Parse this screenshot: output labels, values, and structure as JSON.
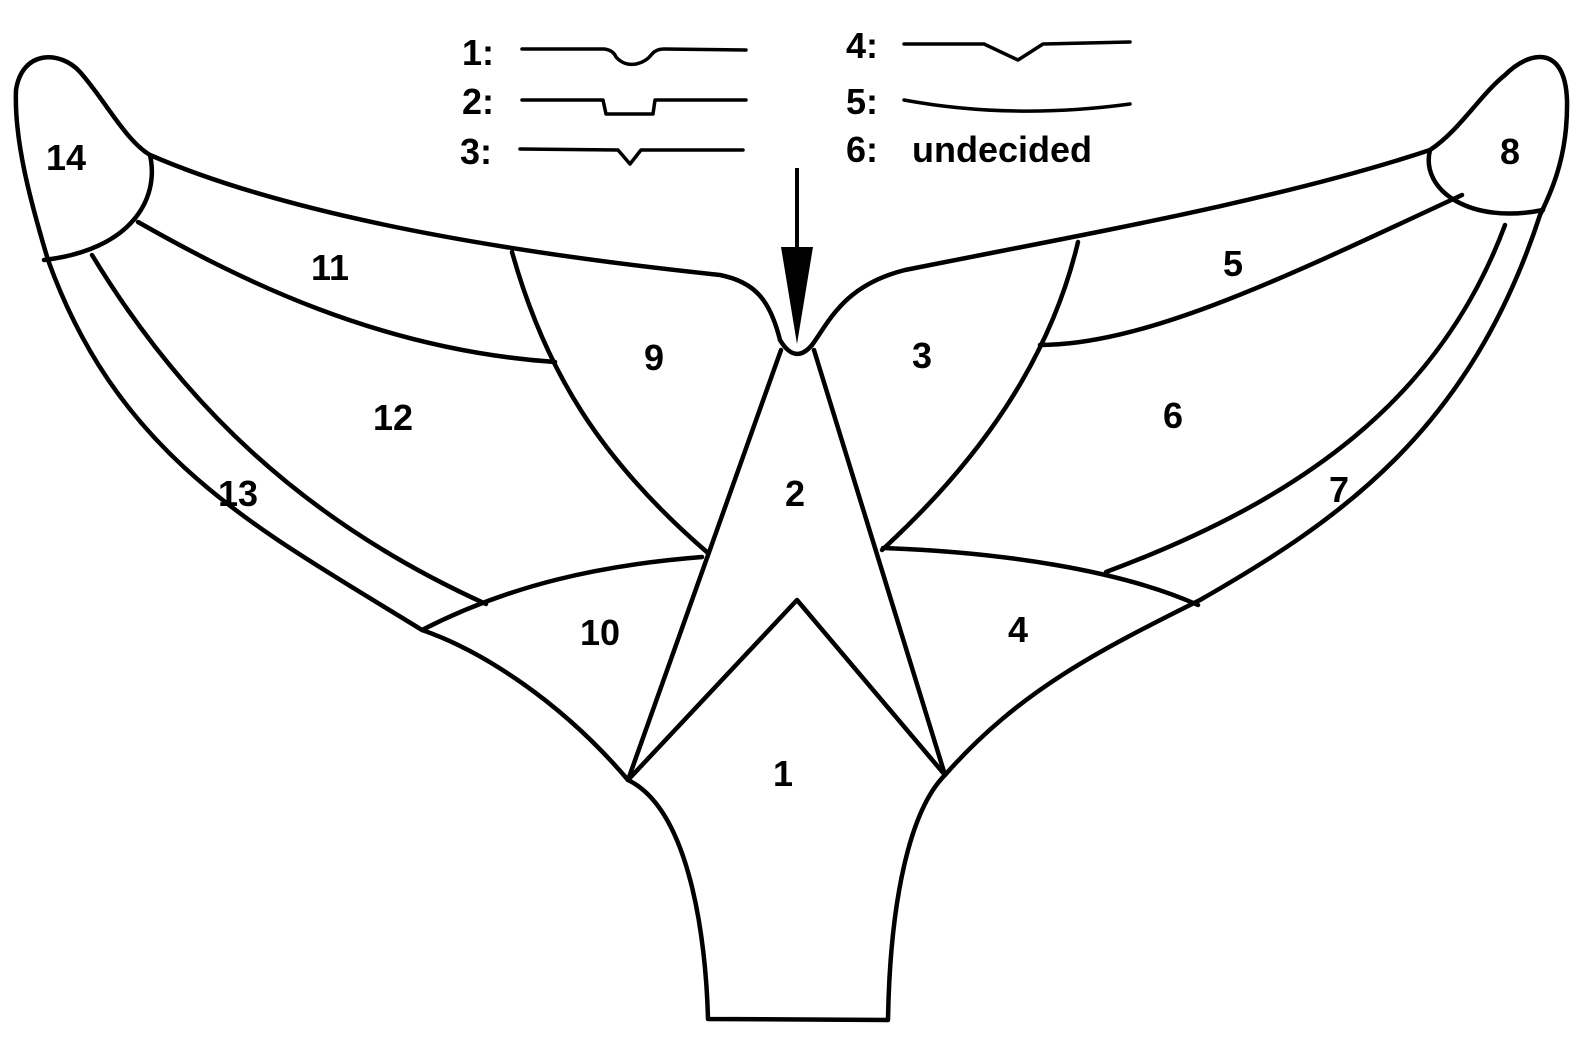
{
  "legend": {
    "items": [
      {
        "key": "1:",
        "notch": "rounded-notch"
      },
      {
        "key": "2:",
        "notch": "square-notch"
      },
      {
        "key": "3:",
        "notch": "small-v-notch"
      },
      {
        "key": "4:",
        "notch": "wide-v-notch"
      },
      {
        "key": "5:",
        "notch": "smooth-curve"
      },
      {
        "key": "6:",
        "text": "undecided"
      }
    ]
  },
  "regions": [
    "1",
    "2",
    "3",
    "4",
    "5",
    "6",
    "7",
    "8",
    "9",
    "10",
    "11",
    "12",
    "13",
    "14"
  ],
  "pointer": "down-arrow-icon"
}
